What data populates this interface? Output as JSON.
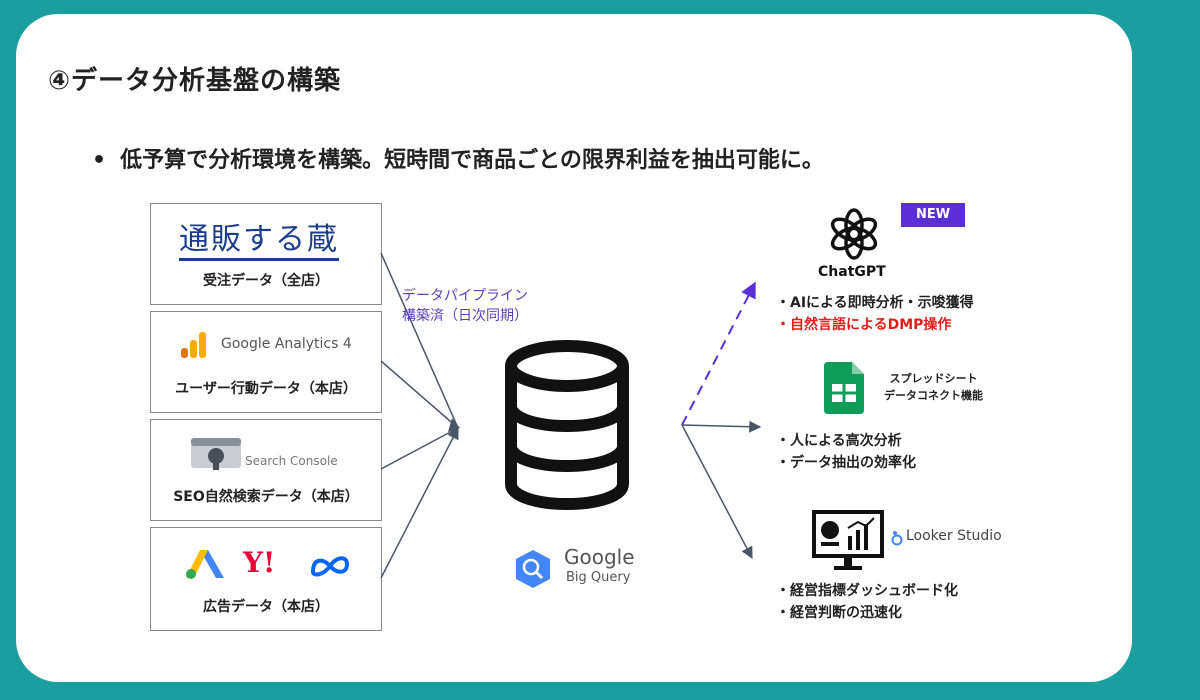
{
  "title": "④データ分析基盤の構築",
  "subtitle_bullet": "•",
  "subtitle": "低予算で分析環境を構築。短時間で商品ごとの限界利益を抽出可能に。",
  "sources": [
    {
      "logo_text": "通販する蔵",
      "label": "受注データ（全店）"
    },
    {
      "logo_text": "Google Analytics 4",
      "label": "ユーザー行動データ（本店）"
    },
    {
      "logo_text": "Search Console",
      "label": "SEO自然検索データ（本店）"
    },
    {
      "logo_text": "Y!",
      "label": "広告データ（本店）"
    }
  ],
  "pipeline_label": [
    "データパイプライン",
    "構築済（日次同期）"
  ],
  "hub": {
    "brand": "Google",
    "product": "Big Query"
  },
  "outputs": {
    "chatgpt": {
      "badge": "NEW",
      "name": "ChatGPT",
      "lines": [
        "・AIによる即時分析・示唆獲得",
        "・自然言語によるDMP操作"
      ]
    },
    "sheets": {
      "title_lines": [
        "スプレッドシート",
        "データコネクト機能"
      ],
      "lines": [
        "・人による高次分析",
        "・データ抽出の効率化"
      ]
    },
    "looker": {
      "name": "Looker Studio",
      "lines": [
        "・経営指標ダッシュボード化",
        "・経営判断の迅速化"
      ]
    }
  },
  "colors": {
    "frame": "#1a9e9e",
    "accent_purple": "#5b2fd6",
    "red": "#e0201b",
    "ga_orange": "#f9ab00",
    "sheets_green": "#0f9d58",
    "bq_blue": "#4386fa"
  }
}
